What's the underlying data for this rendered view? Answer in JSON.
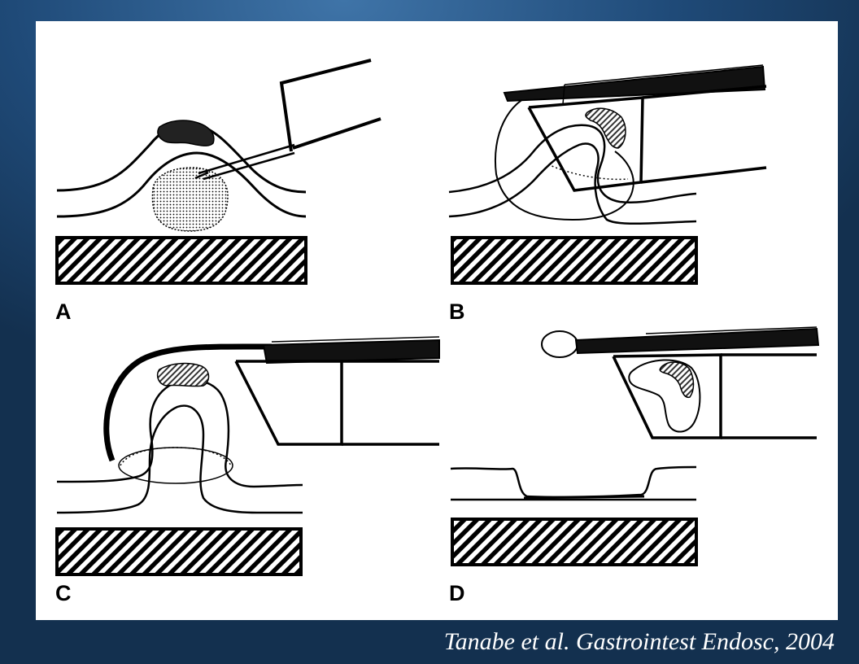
{
  "figure": {
    "panels": [
      {
        "id": "A",
        "label": "A"
      },
      {
        "id": "B",
        "label": "B"
      },
      {
        "id": "C",
        "label": "C"
      },
      {
        "id": "D",
        "label": "D"
      }
    ]
  },
  "caption": "Tanabe et al. Gastrointest Endosc, 2004",
  "colors": {
    "background": "#1f4a78",
    "panel": "#ffffff",
    "ink": "#000000",
    "caption": "#ffffff"
  }
}
